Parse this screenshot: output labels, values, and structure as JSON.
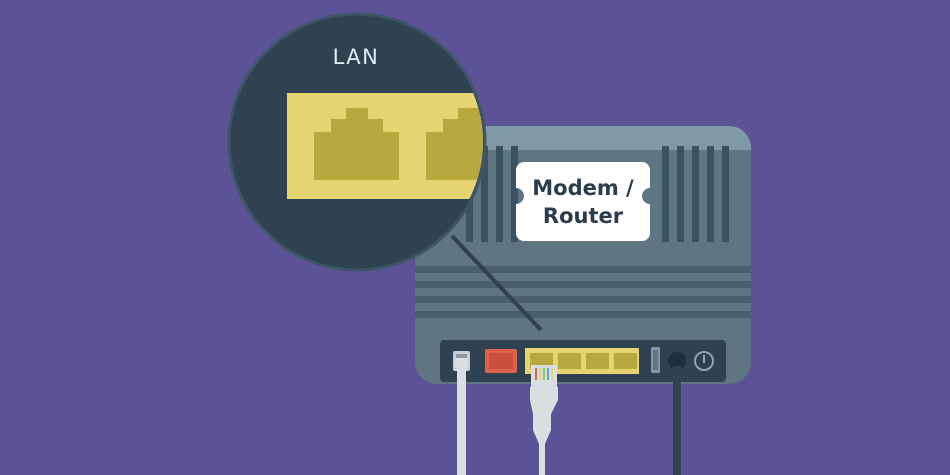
{
  "device": {
    "label_line1": "Modem /",
    "label_line2": "Router"
  },
  "magnifier": {
    "title": "LAN"
  },
  "colors": {
    "background": "#5b5396",
    "router_body": "#5f7582",
    "router_top": "#7f99a6",
    "dark_panel": "#2e4252",
    "lan_port": "#e6d372",
    "lan_port_inner": "#b8a83d",
    "wan_port": "#e0604c",
    "cable_white": "#d9dee1",
    "cable_dark": "#2e4252"
  },
  "icons": [
    "power-icon",
    "usb-port-icon",
    "ethernet-plug-icon"
  ]
}
